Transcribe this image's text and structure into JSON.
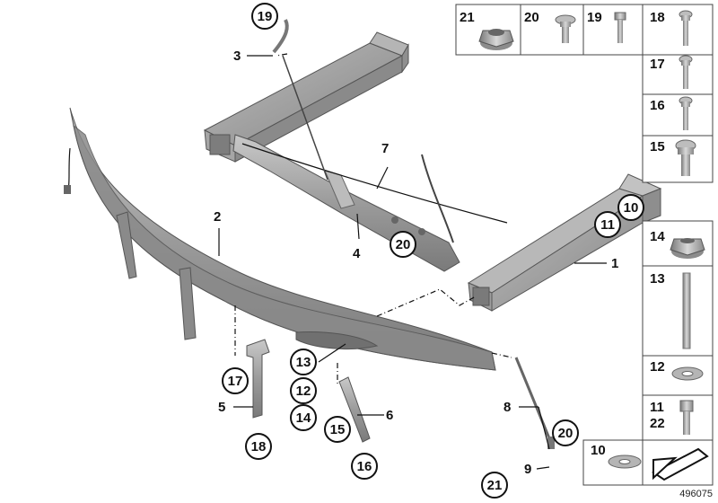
{
  "diagram_id": "496075",
  "callouts": {
    "c1": "1",
    "c2": "2",
    "c3": "3",
    "c4": "4",
    "c5": "5",
    "c6": "6",
    "c7": "7",
    "c8": "8",
    "c9": "9",
    "c10": "10",
    "c11": "11",
    "c12": "12",
    "c13": "13",
    "c14": "14",
    "c15": "15",
    "c16": "16",
    "c17": "17",
    "c18": "18",
    "c19": "19",
    "c20": "20",
    "c21": "21"
  },
  "parts_table": {
    "r21": "21",
    "r20": "20",
    "r19": "19",
    "r18": "18",
    "r17": "17",
    "r16": "16",
    "r15": "15",
    "r14": "14",
    "r13": "13",
    "r12": "12",
    "r11": "11",
    "r22": "22",
    "r10": "10"
  },
  "colors": {
    "part_fill": "#9a9a9a",
    "part_dark": "#6f6f6f",
    "part_light": "#c4c4c4",
    "line": "#111111"
  }
}
